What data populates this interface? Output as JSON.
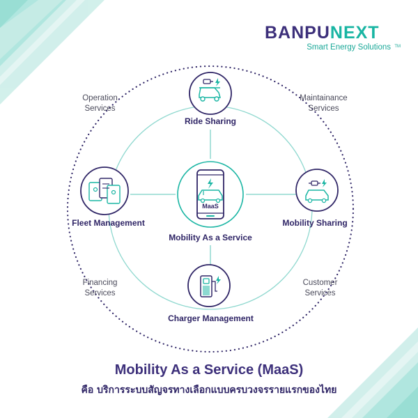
{
  "brand": {
    "name_part1": "BANPU",
    "name_part2": "NEXT",
    "tagline": "Smart Energy Solutions",
    "trademark": "TM"
  },
  "center": {
    "label": "Mobility As a Service",
    "phone_badge": "MaaS"
  },
  "nodes": {
    "ride_sharing": "Ride Sharing",
    "fleet_management": "Fleet Management",
    "mobility_sharing": "Mobility Sharing",
    "charger_management": "Charger Management"
  },
  "services": {
    "operation_line1": "Operation",
    "operation_line2": "Services",
    "maintainance_line1": "Maintainance",
    "maintainance_line2": "Services",
    "financing_line1": "Financing",
    "financing_line2": "Services",
    "customer_line1": "Customer",
    "customer_line2": "Services"
  },
  "footer": {
    "title": "Mobility As a Service (MaaS)",
    "subtitle": "คือ บริการระบบสัญจรทางเลือกแบบครบวงจรรายแรกของไทย"
  },
  "colors": {
    "navy": "#3c2f7a",
    "teal": "#19b5a3",
    "line": "#8fd8cf"
  }
}
